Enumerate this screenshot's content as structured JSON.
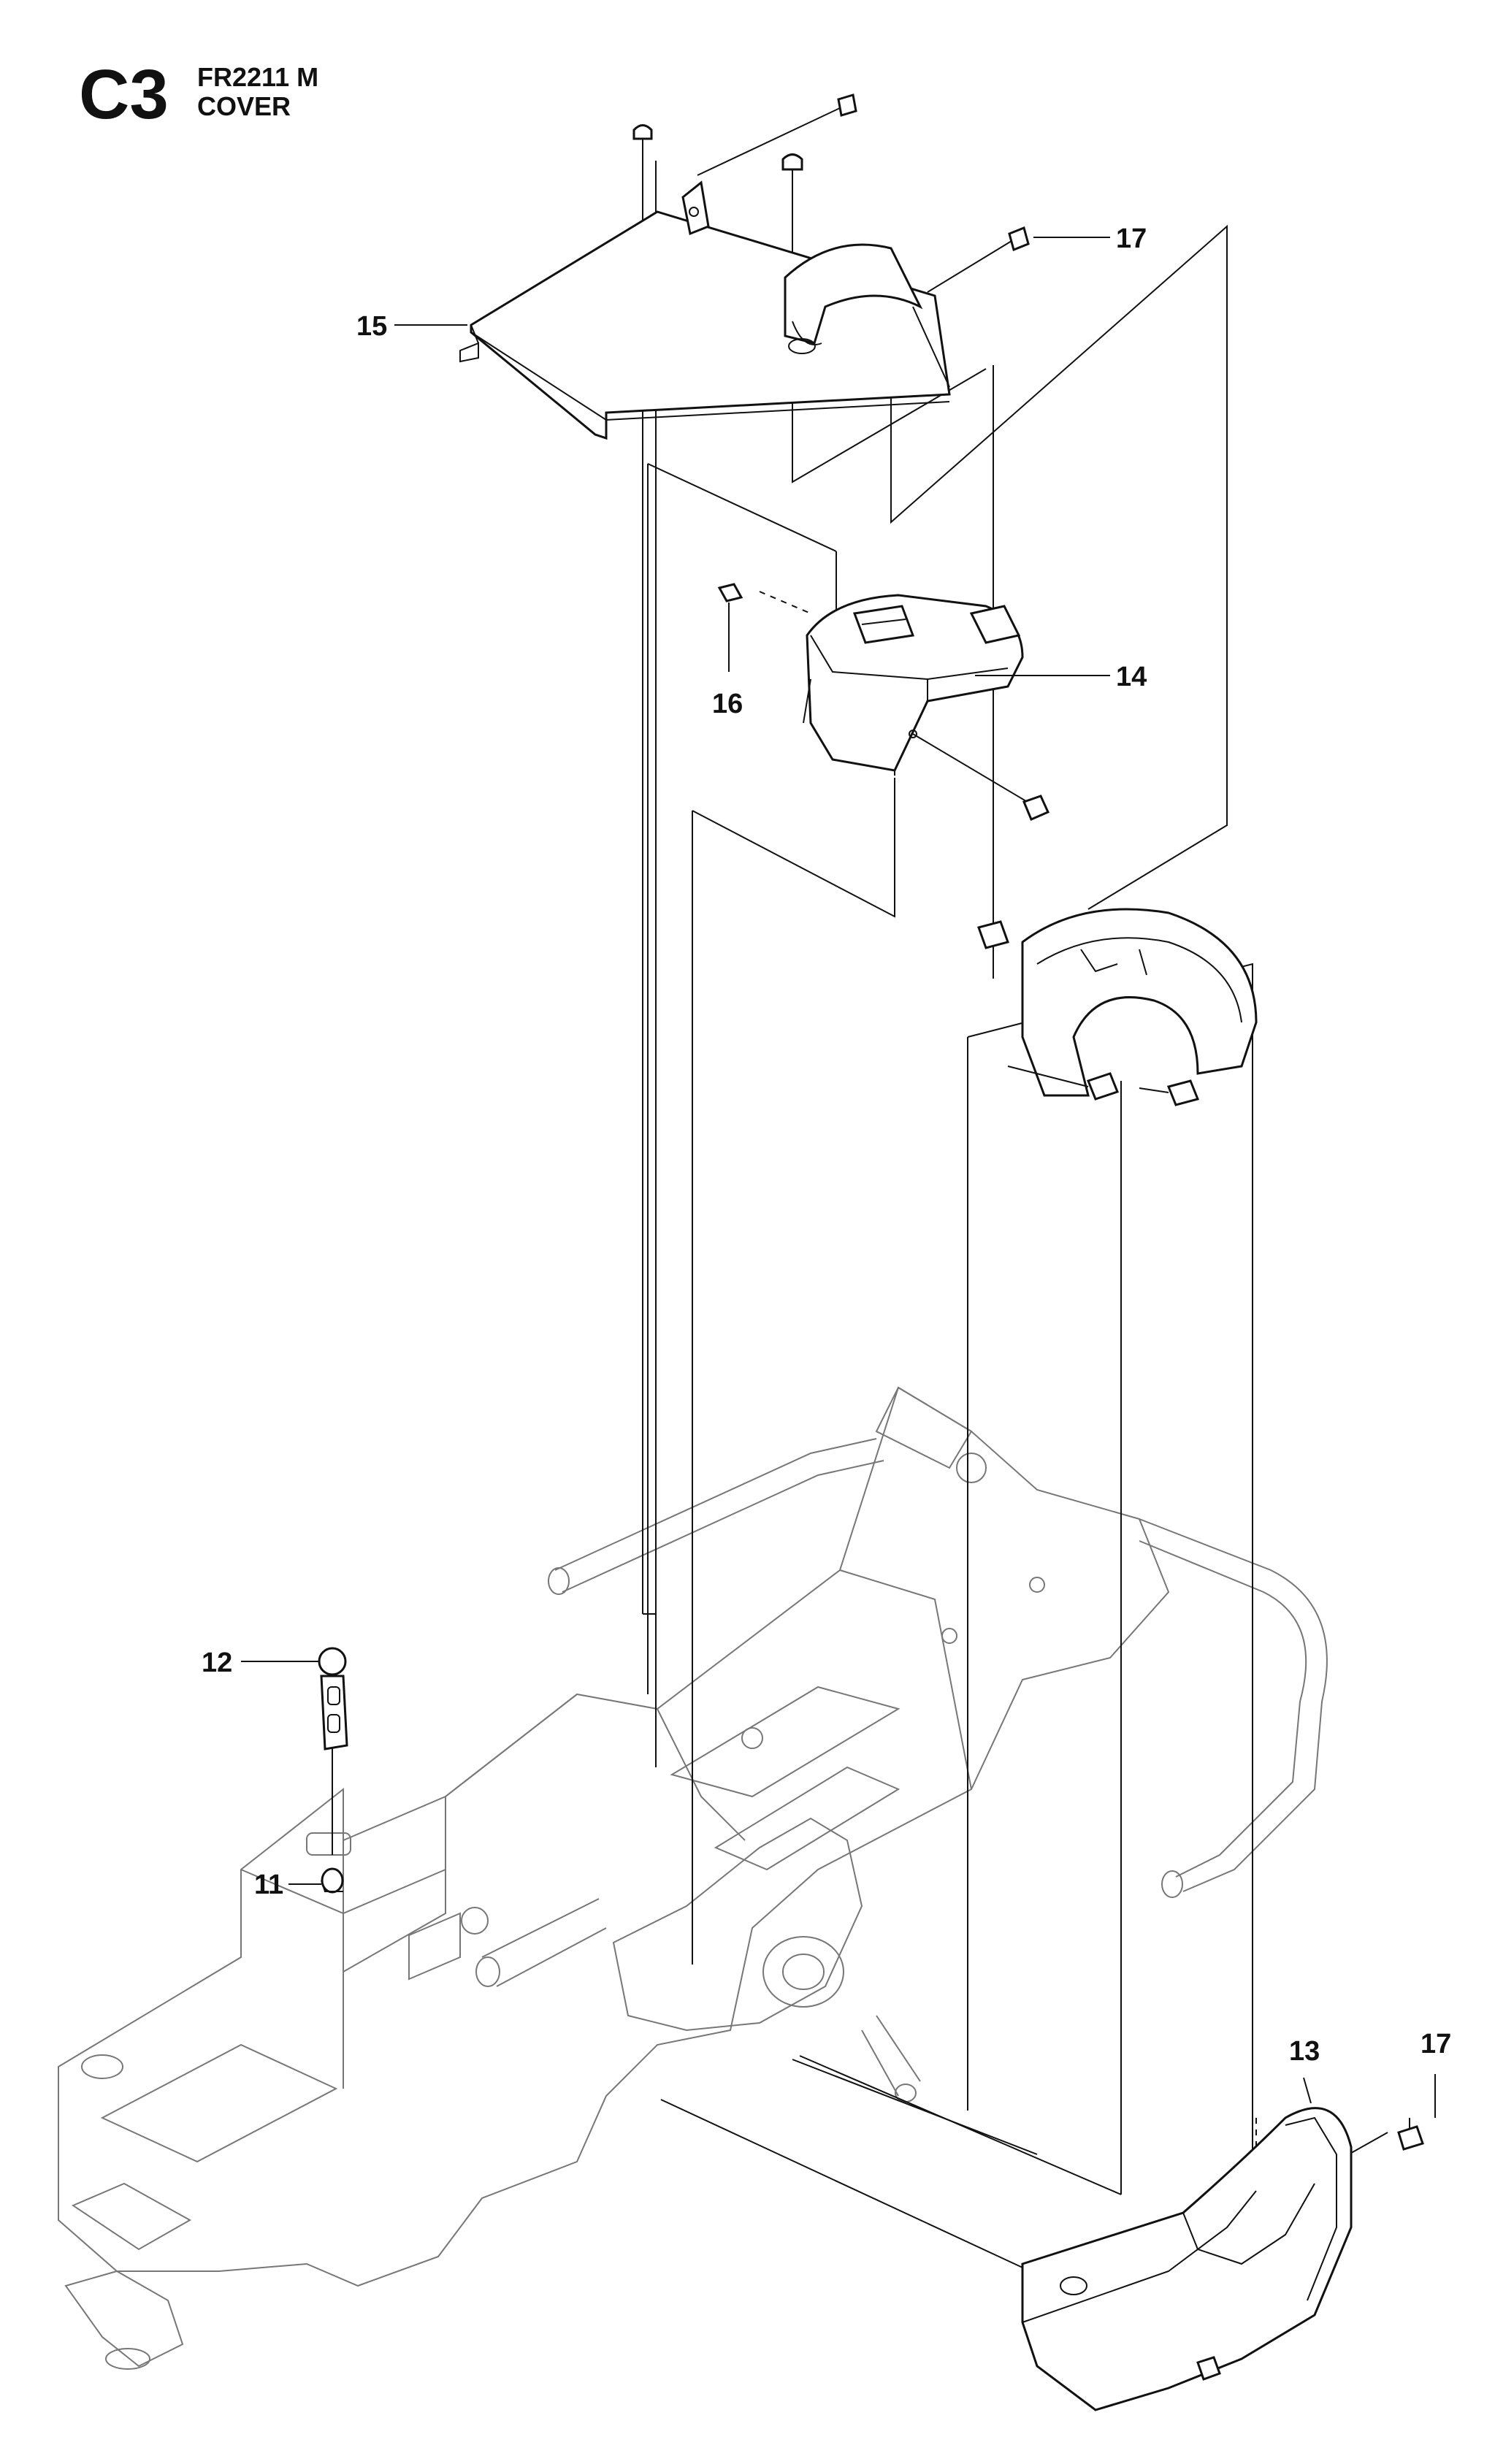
{
  "header": {
    "code": "C3",
    "model": "FR2211 M",
    "name": "COVER"
  },
  "callouts": [
    {
      "id": "c11",
      "label": "11"
    },
    {
      "id": "c12",
      "label": "12"
    },
    {
      "id": "c13",
      "label": "13"
    },
    {
      "id": "c14",
      "label": "14"
    },
    {
      "id": "c15",
      "label": "15"
    },
    {
      "id": "c16",
      "label": "16"
    },
    {
      "id": "c17a",
      "label": "17"
    },
    {
      "id": "c17b",
      "label": "17"
    }
  ]
}
